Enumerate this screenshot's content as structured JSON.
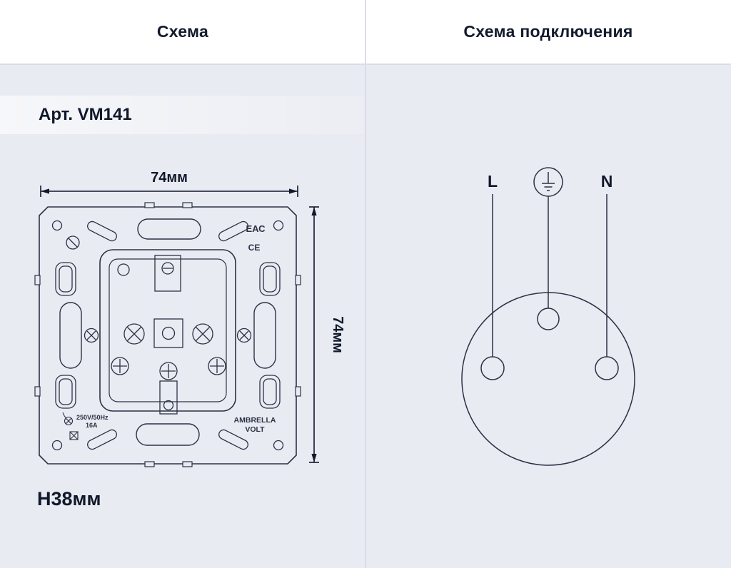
{
  "header": {
    "left_title": "Схема",
    "right_title": "Схема подключения"
  },
  "left_panel": {
    "article_label": "Арт. VM141",
    "dimensions": {
      "width": "74мм",
      "height": "74мм",
      "depth": "H38мм"
    },
    "mechanism_marks": {
      "rating": "250V/50Hz",
      "current": "16A",
      "brand_top": "AMBRELLA",
      "brand_bottom": "VOLT",
      "eac": "ЕАС",
      "ce": "CE"
    }
  },
  "right_panel": {
    "line_label": "L",
    "neutral_label": "N"
  },
  "colors": {
    "page_background": "#e9ebf2",
    "header_background": "#ffffff",
    "divider": "#dadde6",
    "drawing_stroke": "#2b3245",
    "text": "#10182b"
  }
}
